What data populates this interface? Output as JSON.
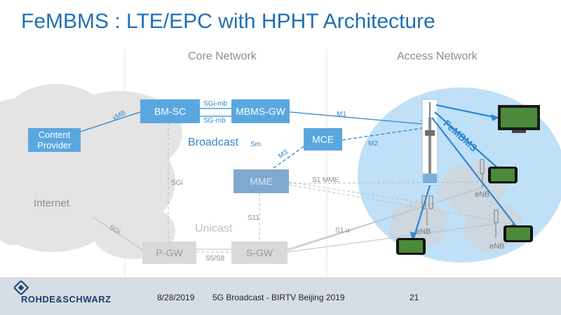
{
  "slide": {
    "title": "FeMBMS : LTE/EPC with HPHT Architecture",
    "core_network_label": "Core Network",
    "access_network_label": "Access Network"
  },
  "nodes": {
    "bmsc": "BM-SC",
    "mbms_gw": "MBMS-GW",
    "content_provider": "Content\nProvider",
    "mce": "MCE",
    "mme": "MME",
    "pgw": "P-GW",
    "sgw": "S-GW",
    "internet": "Internet"
  },
  "labels": {
    "broadcast": "Broadcast",
    "unicast": "Unicast",
    "fembms": "FeMBMS",
    "xmb": "xMB",
    "sgi_mb": "SGi-mb",
    "sg_mb": "SG-mb",
    "m1": "M1",
    "m2": "M2",
    "m3": "M3",
    "sm": "Sm",
    "sgi_vertical": "SGi",
    "sgi_internet": "SGi",
    "s1_mme": "S1 MME",
    "s11": "S11",
    "s1_u": "S1 u",
    "s5_s8": "S5/S8",
    "enb_1": "eNB",
    "enb_2": "eNB",
    "enb_3": "eNB"
  },
  "footer": {
    "logo": "ROHDE&SCHWARZ",
    "date": "8/28/2019",
    "event": "5G Broadcast - BIRTV Beijing 2019",
    "page": "21"
  },
  "colors": {
    "title_blue": "#1f6fb2",
    "box_blue": "#5aa7e0",
    "line_blue": "#2e86d1",
    "access_ellipse": "#bfe0f7",
    "box_gray": "#d9d9d9",
    "cloud_gray": "#e4e4e4",
    "footer_bg": "#d6dde5"
  }
}
